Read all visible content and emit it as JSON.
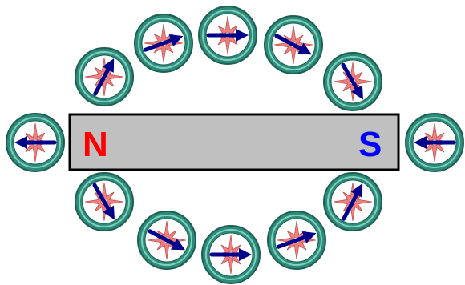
{
  "magnet": {
    "north_label": "N",
    "south_label": "S",
    "north_color": "#ff0000",
    "south_color": "#0000ff",
    "body_color": "#c0c0c0",
    "outline_color": "#000000"
  },
  "compass_style": {
    "bezel_color": "#2e8b7a",
    "face_color": "#ffffff",
    "rose_color": "#f08080",
    "needle_color": "#00008b"
  },
  "compasses": [
    {
      "name": "compass-left",
      "needle_deg": 180
    },
    {
      "name": "compass-upper-left-1",
      "needle_deg": -62
    },
    {
      "name": "compass-upper-left-2",
      "needle_deg": -20
    },
    {
      "name": "compass-top",
      "needle_deg": 0
    },
    {
      "name": "compass-upper-right-1",
      "needle_deg": 28
    },
    {
      "name": "compass-upper-right-2",
      "needle_deg": 60
    },
    {
      "name": "compass-right",
      "needle_deg": 180
    },
    {
      "name": "compass-lower-left-1",
      "needle_deg": 60
    },
    {
      "name": "compass-lower-left-2",
      "needle_deg": 28
    },
    {
      "name": "compass-bottom",
      "needle_deg": 0
    },
    {
      "name": "compass-lower-right-1",
      "needle_deg": -20
    },
    {
      "name": "compass-lower-right-2",
      "needle_deg": -62
    }
  ]
}
